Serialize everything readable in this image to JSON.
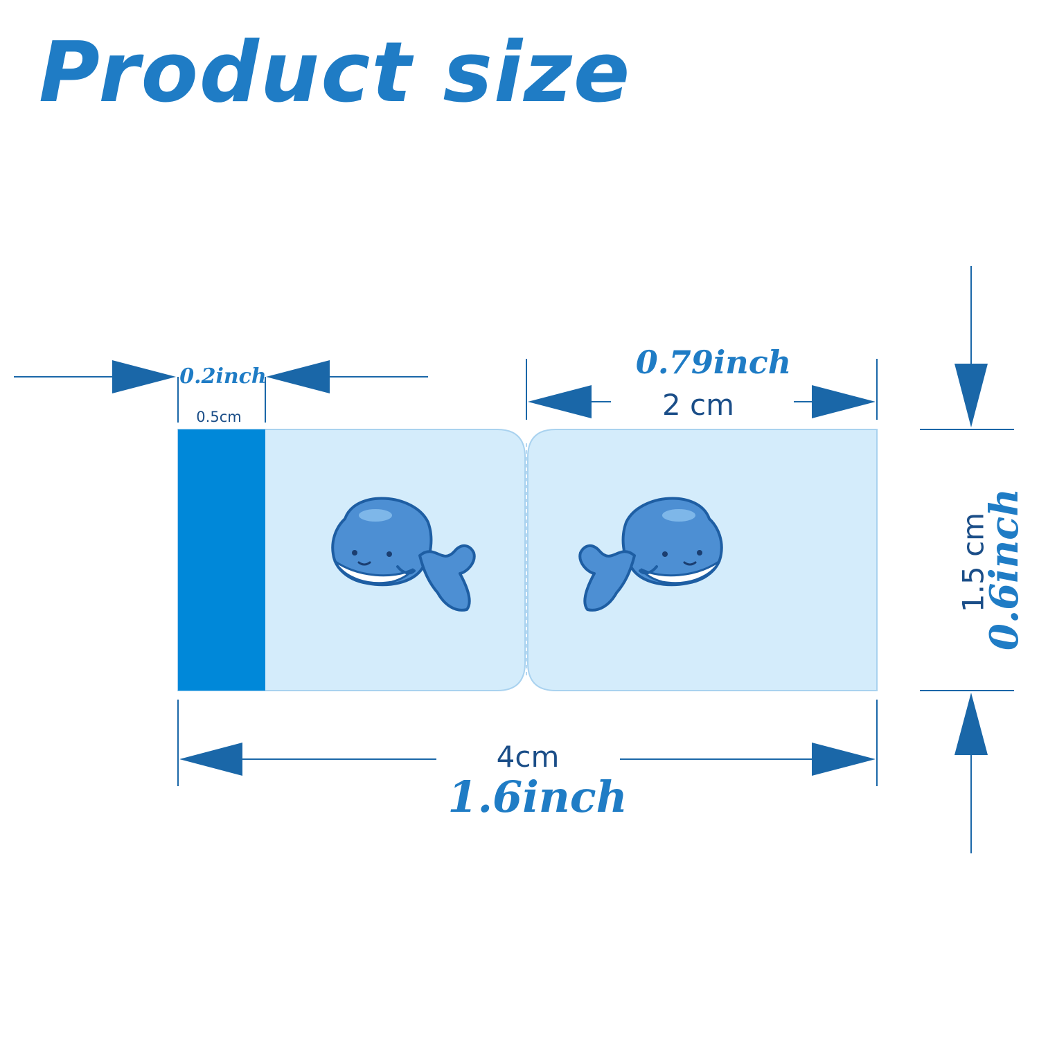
{
  "title": "Product size",
  "colors": {
    "title": "#1f7cc5",
    "accent_strip": "#0088d9",
    "pad_fill": "#d4ecfb",
    "pad_edge": "#a9d2ef",
    "dimension_line": "#1a67a8",
    "whale_body": "#4d8fd3",
    "whale_belly": "#ffffff"
  },
  "dimensions": {
    "strip_width": {
      "inch": "0.2inch",
      "cm": "0.5cm"
    },
    "pad_width": {
      "inch": "0.79inch",
      "cm": "2 cm"
    },
    "total_length": {
      "cm": "4cm",
      "inch": "1.6inch"
    },
    "height": {
      "cm": "1.5 cm",
      "inch": "0.6inch"
    }
  },
  "pads": [
    {
      "name": "left-pad",
      "whale_facing": "left"
    },
    {
      "name": "right-pad",
      "whale_facing": "right"
    }
  ]
}
